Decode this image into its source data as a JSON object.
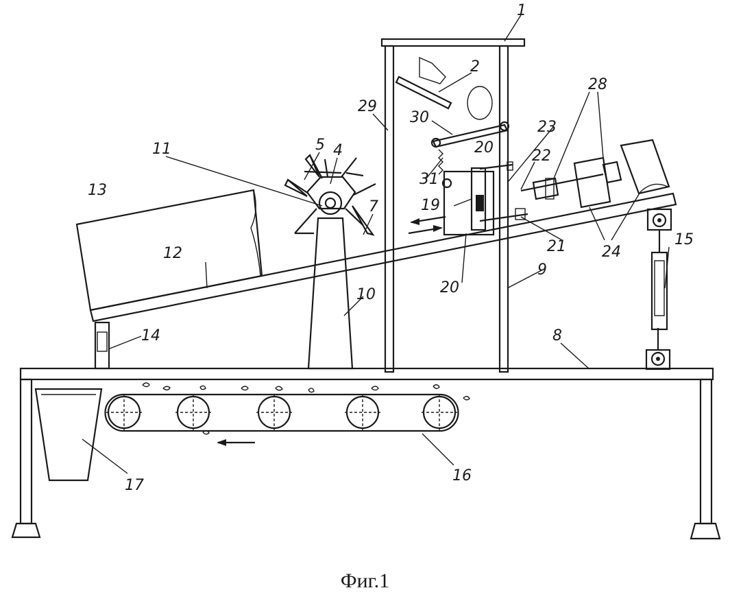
{
  "figure": {
    "caption": "Фиг.1",
    "labels": {
      "l1": "1",
      "l2": "2",
      "l4": "4",
      "l5": "5",
      "l7": "7",
      "l8": "8",
      "l9": "9",
      "l10": "10",
      "l11": "11",
      "l12": "12",
      "l13": "13",
      "l14": "14",
      "l15": "15",
      "l16": "16",
      "l17": "17",
      "l19": "19",
      "l20a": "20",
      "l20b": "20",
      "l21": "21",
      "l22": "22",
      "l23": "23",
      "l24": "24",
      "l28": "28",
      "l29": "29",
      "l30": "30",
      "l31": "31"
    }
  },
  "colors": {
    "ink": "#1a1a1a",
    "fill_dark": "#9a9a9a",
    "fill_mid": "#c8c8c8",
    "paper": "#ffffff"
  }
}
